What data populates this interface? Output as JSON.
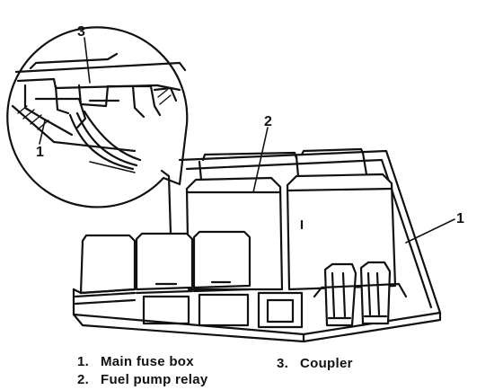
{
  "diagram": {
    "callouts": [
      {
        "id": "callout-3",
        "text": "3"
      },
      {
        "id": "callout-1-inset",
        "text": "1"
      },
      {
        "id": "callout-2",
        "text": "2"
      },
      {
        "id": "callout-1",
        "text": "1"
      }
    ],
    "legend": [
      {
        "number": "1.",
        "label": "Main fuse box"
      },
      {
        "number": "2.",
        "label": "Fuel pump relay"
      },
      {
        "number": "3.",
        "label": "Coupler"
      }
    ]
  }
}
